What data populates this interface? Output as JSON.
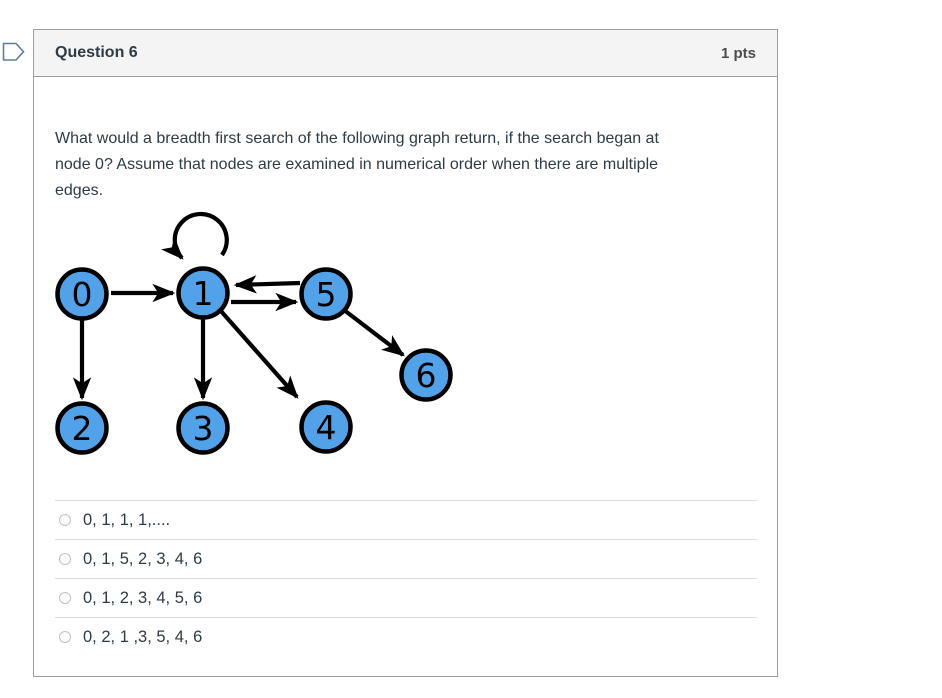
{
  "question": {
    "title": "Question 6",
    "points": "1 pts",
    "text_lines": [
      "What would a breadth first search of the following graph return, if the search began at",
      "node 0? Assume that nodes are examined in numerical order when there are multiple",
      "edges."
    ],
    "full_text": "What would a breadth first search of the following graph return, if the search began at node 0? Assume that nodes are examined in numerical order when there are multiple edges.",
    "options": [
      {
        "label": "0, 1, 1, 1,....",
        "selected": false
      },
      {
        "label": "0, 1, 5, 2, 3, 4, 6",
        "selected": false
      },
      {
        "label": "0, 1, 2, 3, 4, 5, 6",
        "selected": false
      },
      {
        "label": "0, 2, 1 ,3, 5, 4, 6",
        "selected": false
      }
    ]
  },
  "graph": {
    "type": "directed-graph",
    "node_fill": "#52a2ea",
    "node_stroke": "#000000",
    "nodes": [
      {
        "id": "0",
        "label": "0"
      },
      {
        "id": "1",
        "label": "1"
      },
      {
        "id": "2",
        "label": "2"
      },
      {
        "id": "3",
        "label": "3"
      },
      {
        "id": "4",
        "label": "4"
      },
      {
        "id": "5",
        "label": "5"
      },
      {
        "id": "6",
        "label": "6"
      }
    ],
    "edges": [
      {
        "from": "0",
        "to": "1"
      },
      {
        "from": "0",
        "to": "2"
      },
      {
        "from": "1",
        "to": "1"
      },
      {
        "from": "1",
        "to": "3"
      },
      {
        "from": "1",
        "to": "4"
      },
      {
        "from": "1",
        "to": "5"
      },
      {
        "from": "5",
        "to": "1"
      },
      {
        "from": "5",
        "to": "6"
      }
    ]
  },
  "colors": {
    "header_bg": "#f4f4f4",
    "card_border": "#9e9e9e",
    "flag_stroke": "#5b7e9c",
    "text": "#2d3b45"
  }
}
